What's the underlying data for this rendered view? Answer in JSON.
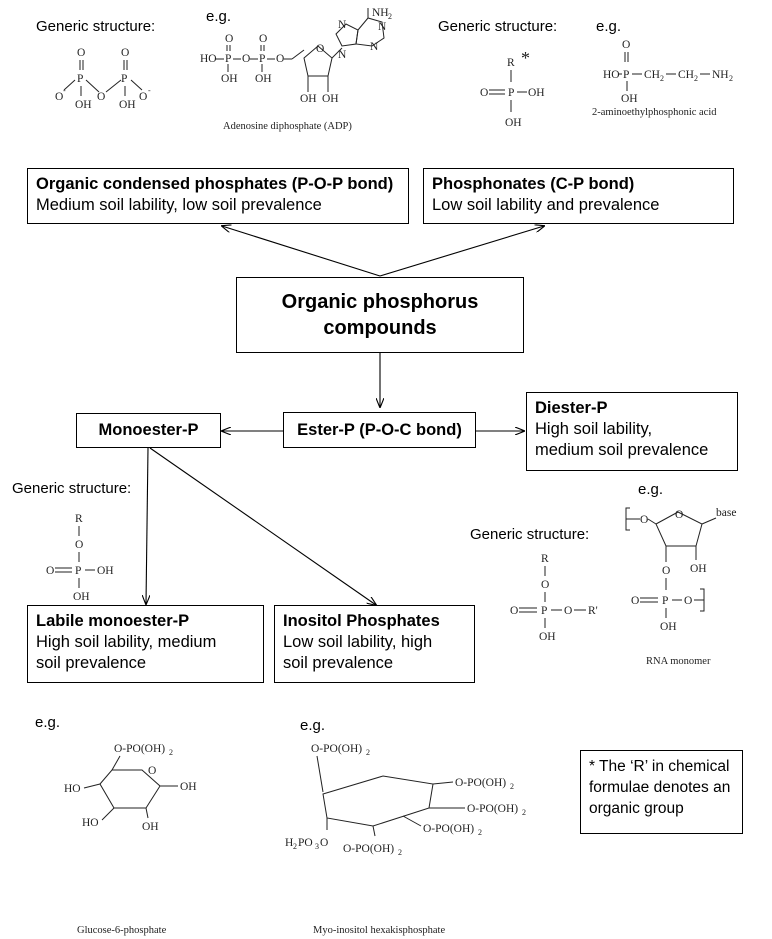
{
  "generic_structure_label": "Generic structure:",
  "eg_label": "e.g.",
  "boxes": {
    "condensed": {
      "title": "Organic condensed phosphates (P-O-P bond)",
      "desc": "Medium soil lability, low soil prevalence"
    },
    "phosphonates": {
      "title": "Phosphonates (C-P bond)",
      "desc": "Low soil lability and prevalence"
    },
    "organic": {
      "title_line1": "Organic phosphorus",
      "title_line2": "compounds"
    },
    "monoester": {
      "title": "Monoester-P"
    },
    "ester": {
      "title": "Ester-P (P-O-C bond)"
    },
    "diester": {
      "title": "Diester-P",
      "desc_line1": "High soil lability,",
      "desc_line2": "medium soil prevalence"
    },
    "labile": {
      "title": "Labile monoester-P",
      "desc_line1": "High soil lability, medium",
      "desc_line2": "soil prevalence"
    },
    "inositol": {
      "title": "Inositol Phosphates",
      "desc_line1": "Low soil lability, high",
      "desc_line2": "soil prevalence"
    },
    "note": {
      "line1": "* The ‘R’ in chemical",
      "line2": "formulae denotes an",
      "line3": "organic group"
    }
  },
  "captions": {
    "adp": "Adenosine diphosphate (ADP)",
    "aep": "2-aminoethylphosphonic acid",
    "rna": "RNA monomer",
    "g6p": "Glucose-6-phosphate",
    "myo": "Myo-inositol hexakisphosphate"
  },
  "chem_text": {
    "O": "O",
    "P": "P",
    "OH": "OH",
    "R": "R",
    "R_prime": "R'",
    "HO": "HO",
    "O_minus": "O",
    "minus": "-",
    "star": "*",
    "base": "base",
    "NH": "NH",
    "sub2": "2",
    "CH": "CH",
    "OPO": "O-PO(OH)",
    "H2PO3O": "O",
    "H": "H",
    "PO": "PO",
    "sub3": "3",
    "N": "N"
  }
}
